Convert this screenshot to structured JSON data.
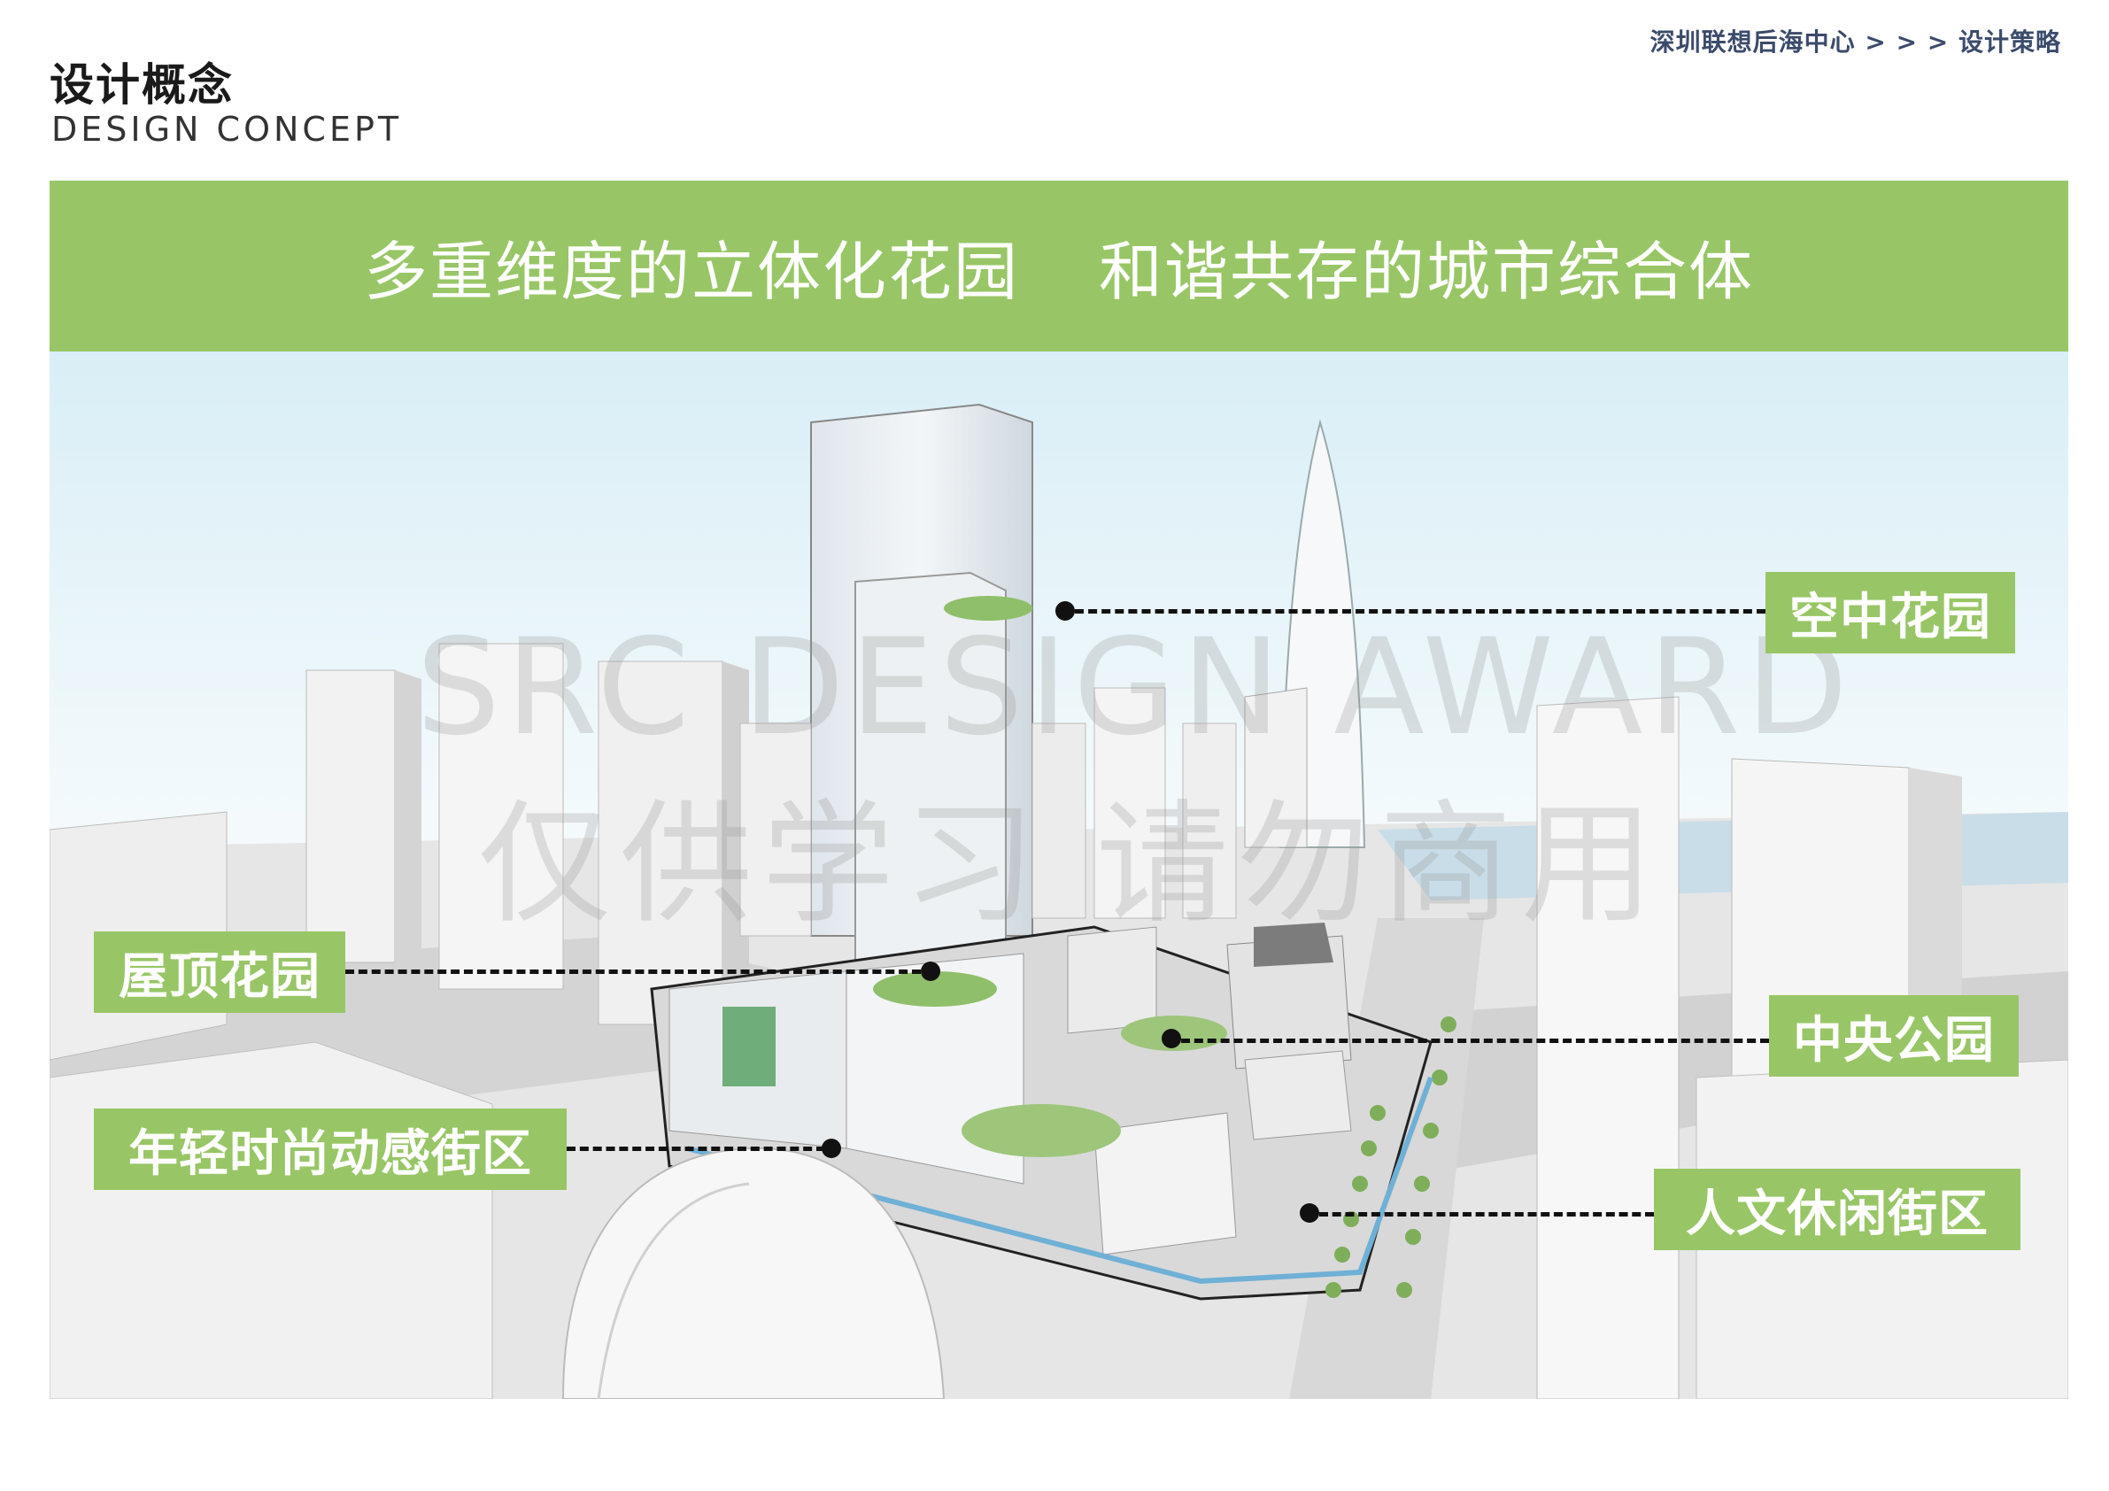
{
  "header": {
    "title_cn": "设计概念",
    "title_en": "DESIGN CONCEPT",
    "breadcrumb": "深圳联想后海中心 > > > 设计策略"
  },
  "banner": {
    "left_text": "多重维度的立体化花园",
    "right_text": "和谐共存的城市综合体",
    "color": "#98c666"
  },
  "labels": {
    "sky_garden": "空中花园",
    "roof_garden": "屋顶花园",
    "central_park": "中央公园",
    "youth_street": "年轻时尚动感街区",
    "culture_street": "人文休闲街区"
  },
  "watermark": {
    "line1": "SRC DESIGN AWARD",
    "line2": "仅供学习 请勿商用"
  }
}
